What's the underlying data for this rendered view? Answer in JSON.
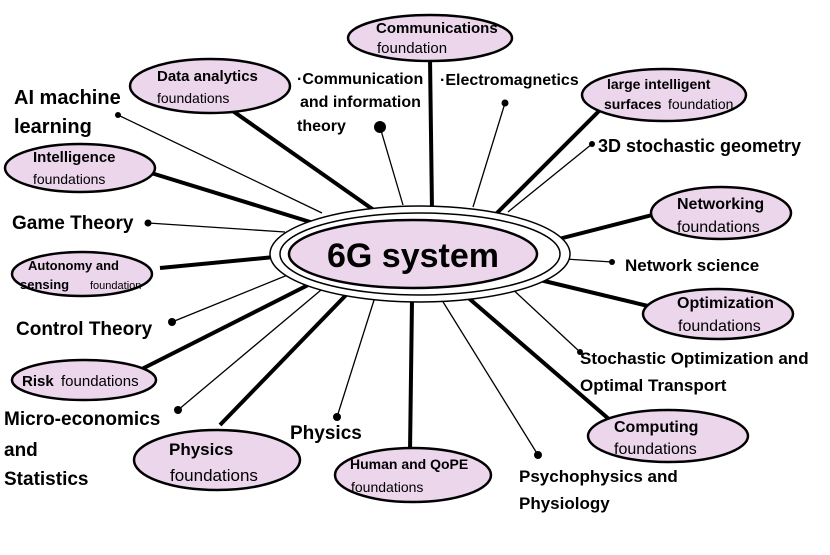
{
  "center": {
    "label": "6G system"
  },
  "foundations": [
    {
      "id": "communications",
      "title": "Communications",
      "sub": "foundation"
    },
    {
      "id": "data-analytics",
      "title": "Data analytics",
      "sub": "foundations"
    },
    {
      "id": "intelligent-surfaces",
      "title": "large intelligent",
      "title2": "surfaces",
      "sub": "foundation"
    },
    {
      "id": "intelligence",
      "title": "Intelligence",
      "sub": "foundations"
    },
    {
      "id": "networking",
      "title": "Networking",
      "sub": "foundations"
    },
    {
      "id": "autonomy",
      "title": "Autonomy and",
      "title2": "sensing",
      "sub": "foundation"
    },
    {
      "id": "optimization",
      "title": "Optimization",
      "sub": "foundations"
    },
    {
      "id": "risk",
      "title": "Risk",
      "sub": "foundations"
    },
    {
      "id": "computing",
      "title": "Computing",
      "sub": "foundations"
    },
    {
      "id": "physics",
      "title": "Physics",
      "sub": "foundations"
    },
    {
      "id": "human-qope",
      "title": "Human and QoPE",
      "sub": "foundations"
    }
  ],
  "disciplines": {
    "ai": [
      "AI machine",
      "learning"
    ],
    "comm_info": [
      "·Communication",
      "and information",
      "theory"
    ],
    "electromagnetics": "·Electromagnetics",
    "stochastic_geometry": "3D stochastic geometry",
    "game_theory": "Game Theory",
    "network_science": "Network science",
    "control_theory": "Control Theory",
    "stochastic_opt": [
      "Stochastic Optimization and",
      "Optimal Transport"
    ],
    "micro_econ": [
      "Micro-economics",
      "and",
      "Statistics"
    ],
    "physics": "Physics",
    "psychophysics": [
      "Psychophysics and",
      "Physiology"
    ]
  }
}
